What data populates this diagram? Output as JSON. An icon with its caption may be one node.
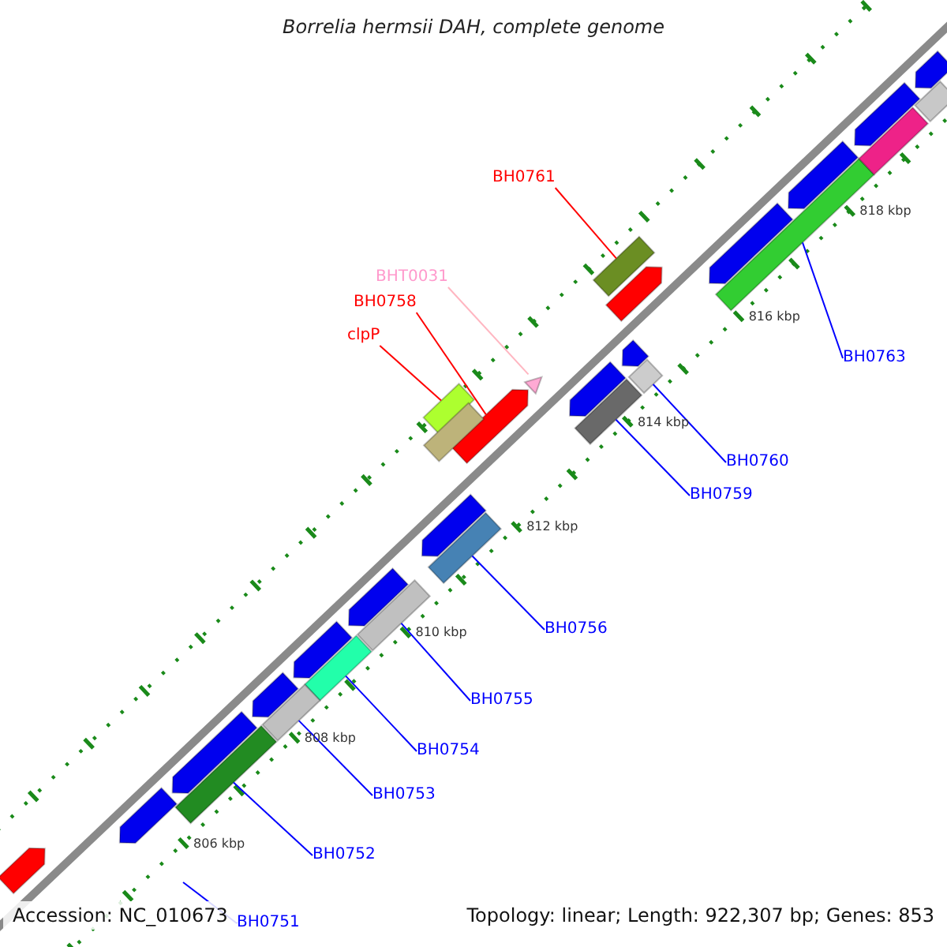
{
  "diagram": {
    "title": "Borrelia hermsii DAH, complete genome",
    "nodes": [
      {
        "text": [
          "BH0761"
        ]
      },
      {
        "text": [],
        "shape": "bar"
      },
      {
        "text": [
          "BHT0031"
        ]
      },
      {
        "text": [],
        "shape": "triangle"
      },
      {
        "text": [
          "BH0758"
        ]
      },
      {
        "text": [],
        "shape": "arrow"
      },
      {
        "text": [
          "clpP"
        ]
      },
      {
        "text": [],
        "shape": "bar"
      },
      {
        "text": [
          "BH0763"
        ]
      },
      {
        "text": [],
        "shape": "bar"
      },
      {
        "text": [
          "BH0760"
        ]
      },
      {
        "text": [],
        "shape": "bar"
      },
      {
        "text": [
          "BH0759"
        ]
      },
      {
        "text": [],
        "shape": "bar"
      },
      {
        "text": [
          "BH0756"
        ]
      },
      {
        "text": [],
        "shape": "bar"
      },
      {
        "text": [
          "BH0755"
        ]
      },
      {
        "text": [],
        "shape": "bar"
      },
      {
        "text": [
          "BH0754"
        ]
      },
      {
        "text": [],
        "shape": "bar"
      },
      {
        "text": [
          "BH0753"
        ]
      },
      {
        "text": [],
        "shape": "bar"
      },
      {
        "text": [
          "BH0752"
        ]
      },
      {
        "text": [],
        "shape": "bar"
      },
      {
        "text": [
          "BH0751"
        ]
      },
      {
        "text": [],
        "shape": "arrow"
      },
      {
        "text": [],
        "shape": "arrow"
      },
      {
        "text": [],
        "shape": "arrow"
      },
      {
        "text": [],
        "shape": "arrow"
      },
      {
        "text": [],
        "shape": "arrow"
      },
      {
        "text": [],
        "shape": "arrow"
      },
      {
        "text": [],
        "shape": "arrow"
      },
      {
        "text": [],
        "shape": "bar"
      },
      {
        "text": [],
        "shape": "arrow"
      },
      {
        "text": [],
        "shape": "arrow"
      },
      {
        "text": [],
        "shape": "arrow"
      },
      {
        "text": [],
        "shape": "arrow"
      },
      {
        "text": [],
        "shape": "arrow"
      },
      {
        "text": [],
        "shape": "bar"
      },
      {
        "text": [],
        "shape": "arrow"
      },
      {
        "text": [],
        "shape": "bar"
      },
      {
        "text": [],
        "shape": "arrow"
      }
    ],
    "edges": [
      {
        "from": 0,
        "to": 1,
        "arrow": "none",
        "color": "#ff0000"
      },
      {
        "from": 2,
        "to": 3,
        "arrow": "none",
        "color": "#ffb6c1"
      },
      {
        "from": 4,
        "to": 5,
        "arrow": "none",
        "color": "#ff0000"
      },
      {
        "from": 6,
        "to": 7,
        "arrow": "none",
        "color": "#ff0000"
      },
      {
        "from": 8,
        "to": 9,
        "arrow": "none"
      },
      {
        "from": 10,
        "to": 11,
        "arrow": "none"
      },
      {
        "from": 12,
        "to": 13,
        "arrow": "none"
      },
      {
        "from": 14,
        "to": 15,
        "arrow": "none"
      },
      {
        "from": 16,
        "to": 17,
        "arrow": "none"
      },
      {
        "from": 18,
        "to": 19,
        "arrow": "none"
      },
      {
        "from": 20,
        "to": 21,
        "arrow": "none"
      },
      {
        "from": 22,
        "to": 23,
        "arrow": "none"
      },
      {
        "from": 24,
        "to": null,
        "arrow": "none"
      }
    ],
    "labels": [
      "818 kbp",
      "816 kbp",
      "814 kbp",
      "812 kbp",
      "810 kbp",
      "808 kbp",
      "806 kbp",
      "Accession: NC_010673",
      "Topology: linear; Length: 922,307 bp; Genes: 853"
    ]
  }
}
